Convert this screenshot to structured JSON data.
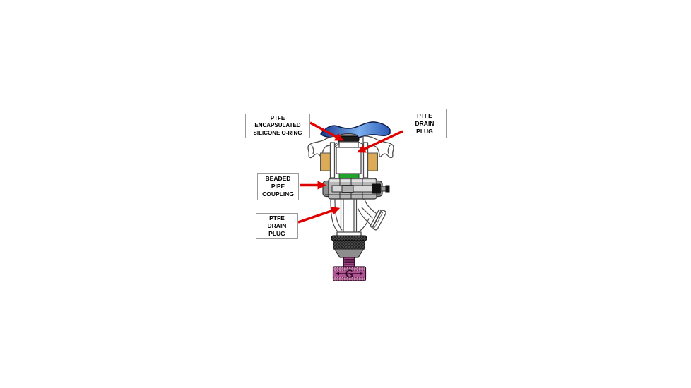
{
  "figure": {
    "kind": "labeled-technical-diagram",
    "labels": {
      "oring": "PTFE\nENCAPSULATED\nSILICONE O-RING",
      "drain_plug_top": "PTFE\nDRAIN\nPLUG",
      "coupling": "BEADED\nPIPE\nCOUPLING",
      "drain_plug_bottom": "PTFE\nDRAIN\nPLUG"
    },
    "colors": {
      "arrow_red": "#e10000",
      "vessel_blue_dark": "#16388f",
      "vessel_blue_light": "#7db0ef",
      "vessel_blue_end": "#2b59b5",
      "gasket_tan": "#dcab58",
      "oring_green": "#1fa32a",
      "oring_black": "#1c1c1c",
      "coupling_gray": "#b8b8b8",
      "knurl_black": "#161616",
      "cone_gray": "#8e8e8e",
      "knob_purple": "#b05594",
      "knob_purple_dark": "#6b2450",
      "label_border_gray": "#9a9a9a"
    }
  }
}
